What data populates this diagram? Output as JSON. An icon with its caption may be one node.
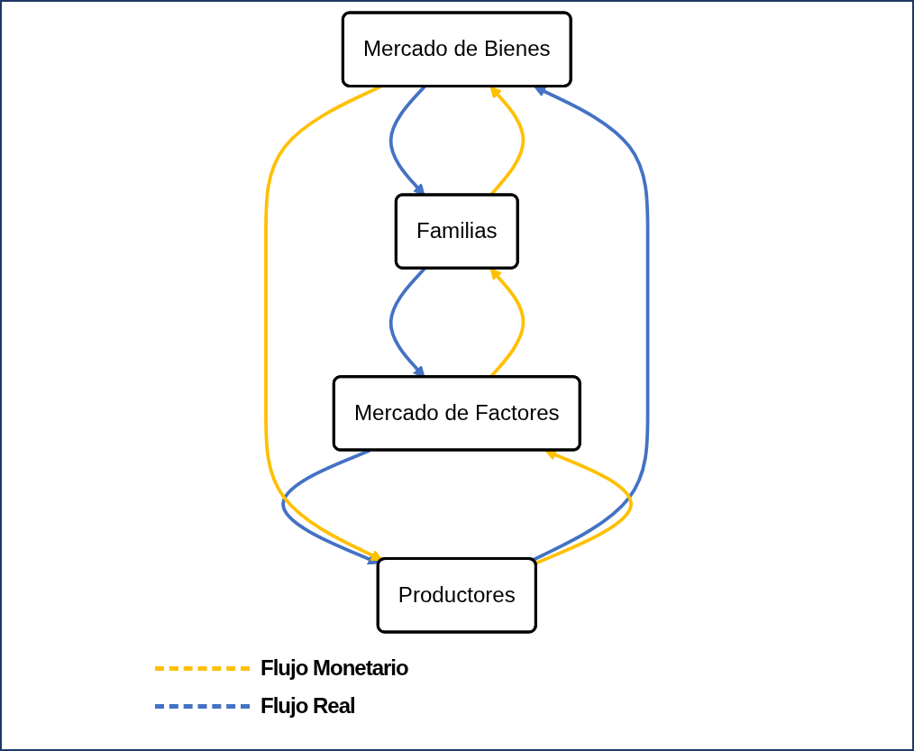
{
  "diagram": {
    "nodes": [
      {
        "text": [
          "Mercado de Bienes"
        ]
      },
      {
        "text": [
          "Familias"
        ]
      },
      {
        "text": [
          "Productores"
        ]
      },
      {
        "text": [
          "Mercado de Factores"
        ]
      }
    ],
    "edges": [
      {
        "from": 0,
        "to": 1,
        "arrow": "to",
        "color": "#4472c4"
      },
      {
        "from": 2,
        "to": 0,
        "arrow": "to",
        "color": "#4472c4"
      },
      {
        "from": 1,
        "to": 3,
        "arrow": "to",
        "color": "#4472c4"
      },
      {
        "from": 3,
        "to": 2,
        "arrow": "to",
        "color": "#4472c4"
      },
      {
        "from": 1,
        "to": 0,
        "arrow": "to",
        "color": "#ffc000"
      },
      {
        "from": 0,
        "to": 2,
        "arrow": "to",
        "color": "#ffc000"
      },
      {
        "from": 2,
        "to": 3,
        "arrow": "to",
        "color": "#ffc000"
      },
      {
        "from": 3,
        "to": 1,
        "arrow": "to",
        "color": "#ffc000"
      }
    ],
    "legend": [
      {
        "text": "Flujo Monetario",
        "color": "#ffc000"
      },
      {
        "text": "Flujo Real",
        "color": "#4472c4"
      }
    ]
  }
}
